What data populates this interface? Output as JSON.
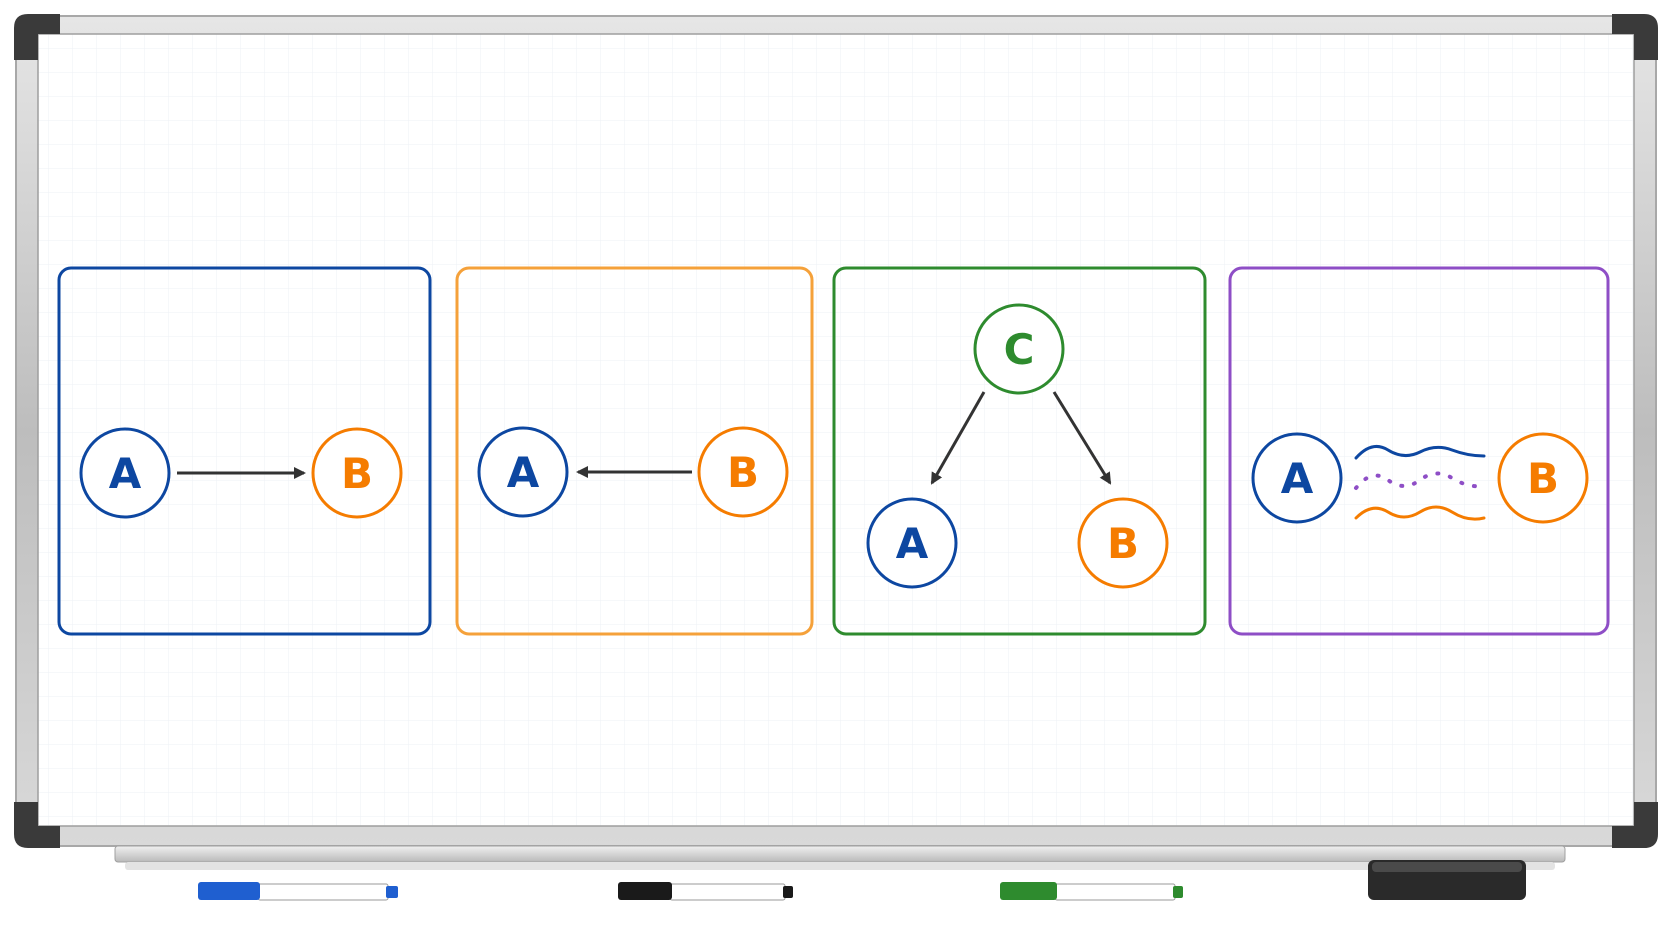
{
  "colors": {
    "blue": "#0d47a1",
    "orange": "#f57c00",
    "orange_frame": "#f5a13a",
    "green": "#2e8b2e",
    "purple": "#8e4ec6",
    "arrow": "#333333",
    "board_frame": "#c7c7c7",
    "grid": "#eef1f5"
  },
  "panels": [
    {
      "name": "a-causes-b",
      "frame_color": "blue",
      "nodes": [
        {
          "label": "A",
          "color": "blue"
        },
        {
          "label": "B",
          "color": "orange"
        }
      ],
      "relation": "arrow A to B"
    },
    {
      "name": "b-causes-a",
      "frame_color": "orange_frame",
      "nodes": [
        {
          "label": "A",
          "color": "blue"
        },
        {
          "label": "B",
          "color": "orange"
        }
      ],
      "relation": "arrow B to A"
    },
    {
      "name": "common-cause",
      "frame_color": "green",
      "nodes": [
        {
          "label": "C",
          "color": "green"
        },
        {
          "label": "A",
          "color": "blue"
        },
        {
          "label": "B",
          "color": "orange"
        }
      ],
      "relation": "arrows C to A and C to B"
    },
    {
      "name": "correlation",
      "frame_color": "purple",
      "nodes": [
        {
          "label": "A",
          "color": "blue"
        },
        {
          "label": "B",
          "color": "orange"
        }
      ],
      "relation": "wavy lines between A and B"
    }
  ],
  "tray_items": [
    {
      "name": "blue-marker",
      "color": "#1f5fd0"
    },
    {
      "name": "black-marker",
      "color": "#1a1a1a"
    },
    {
      "name": "green-marker",
      "color": "#2e8b2e"
    },
    {
      "name": "eraser",
      "color": "#2a2a2a"
    }
  ]
}
